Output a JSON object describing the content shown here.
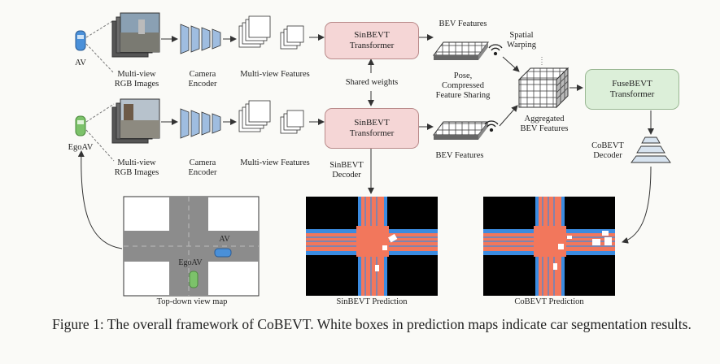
{
  "labels": {
    "av": "AV",
    "egoav": "EgoAV",
    "multiview_rgb_top": [
      "Multi-view",
      "RGB Images"
    ],
    "multiview_rgb_bottom": [
      "Multi-view",
      "RGB Images"
    ],
    "camera_encoder_top": [
      "Camera",
      "Encoder"
    ],
    "camera_encoder_bottom": [
      "Camera",
      "Encoder"
    ],
    "multiview_features_top": "Multi-view Features",
    "multiview_features_bottom": "Multi-view Features",
    "sinbevt_top": [
      "SinBEVT",
      "Transformer"
    ],
    "sinbevt_bottom": [
      "SinBEVT",
      "Transformer"
    ],
    "shared_weights": "Shared weights",
    "bev_features_top": "BEV Features",
    "bev_features_bottom": "BEV Features",
    "spatial_warping": [
      "Spatial",
      "Warping"
    ],
    "pose_sharing": [
      "Pose,",
      "Compressed",
      "Feature Sharing"
    ],
    "aggregated": [
      "Aggregated",
      "BEV Features"
    ],
    "fusebevt": [
      "FuseBEVT",
      "Transformer"
    ],
    "cobevt_decoder": [
      "CoBEVT",
      "Decoder"
    ],
    "sinbevt_decoder": [
      "SinBEVT",
      "Decoder"
    ],
    "map_av": "AV",
    "map_egoav": "EgoAV",
    "topdown_caption": "Top-down view map",
    "sinbevt_prediction": "SinBEVT Prediction",
    "cobevt_prediction": "CoBEVT Prediction"
  },
  "caption": "Figure 1: The overall framework of CoBEVT. White boxes in prediction maps indicate car segmentation results.",
  "colors": {
    "sinbevt_fill": "#f5d6d6",
    "fusebevt_fill": "#dcefd9",
    "encoder_blue": "#9fbde0",
    "road_orange": "#f2775c",
    "lane_blue": "#3b8be0",
    "av_car": "#4a90d9",
    "egoav_car": "#7cc26a"
  }
}
